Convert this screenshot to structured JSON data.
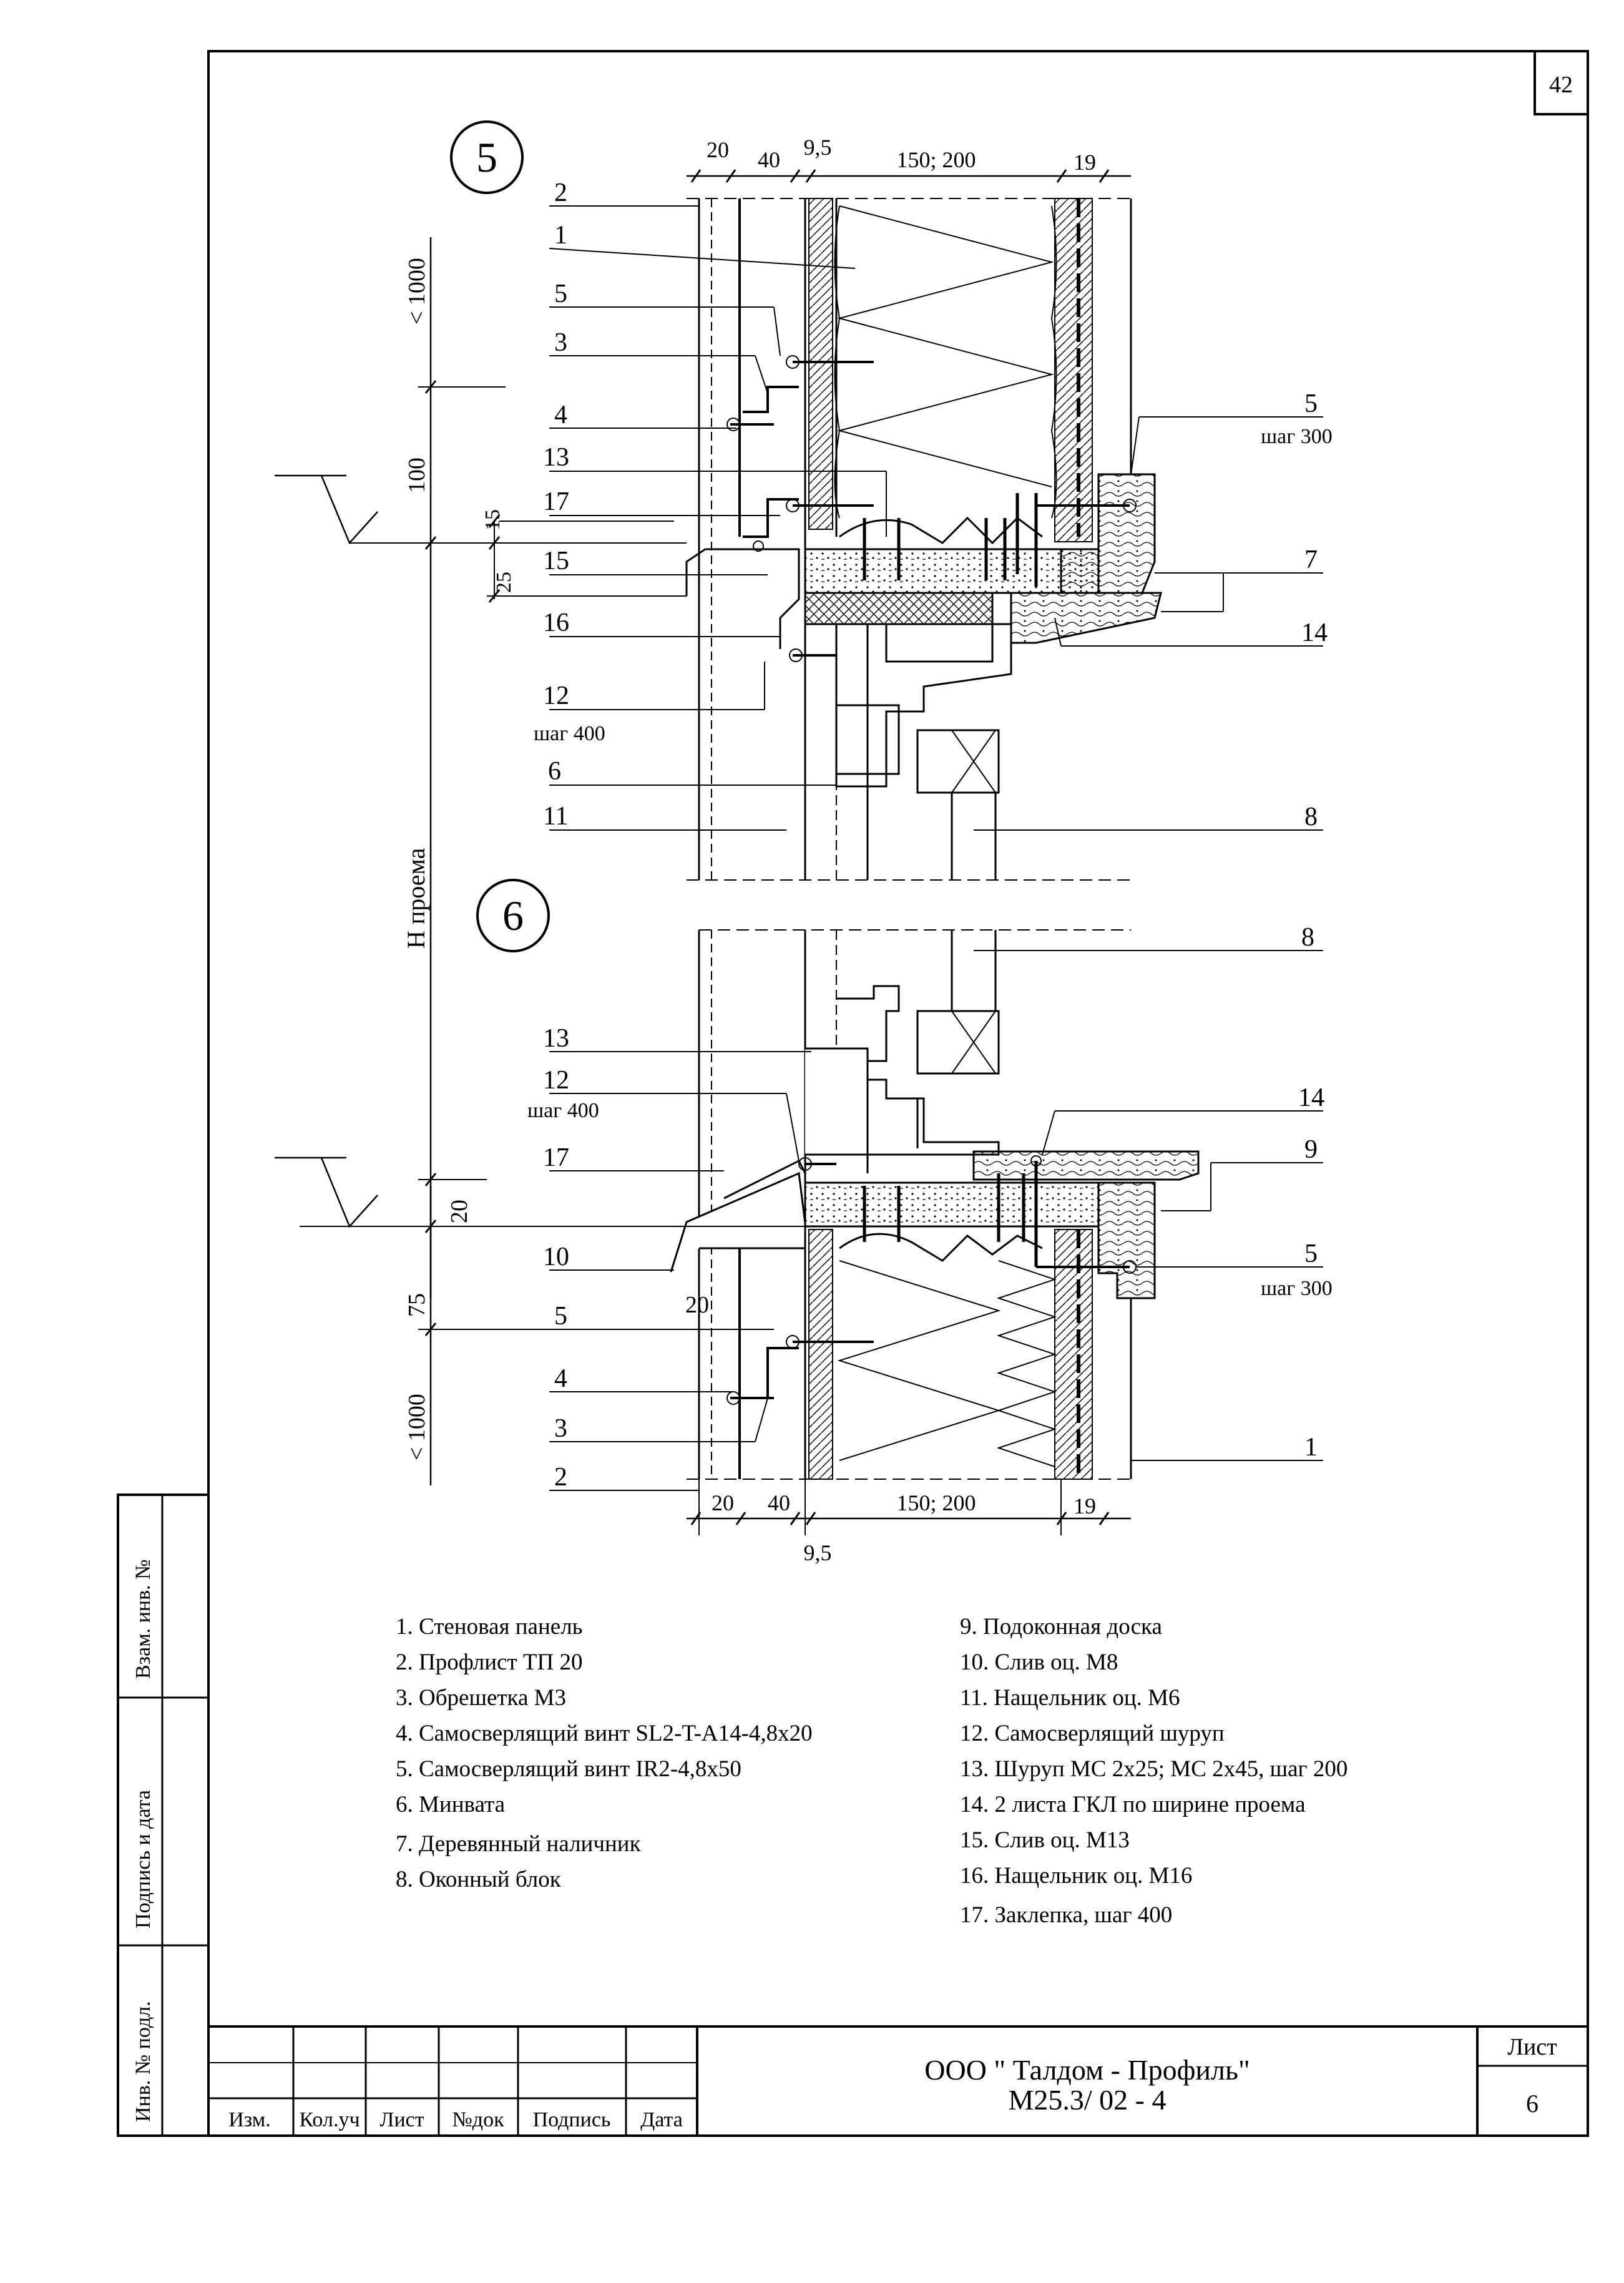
{
  "sheet_number_top": "42",
  "details": {
    "d5": {
      "label": "5",
      "dims_top": [
        "20",
        "40",
        "9,5",
        "150; 200",
        "19"
      ],
      "dims_left": [
        "< 1000",
        "100",
        "15",
        "25"
      ],
      "opening_height": "Н проема",
      "callouts_left": [
        "2",
        "1",
        "5",
        "3",
        "4",
        "13",
        "17",
        "15",
        "16",
        "12",
        "6",
        "11"
      ],
      "callout_12_note": "шаг 400",
      "callouts_right": [
        "5",
        "7",
        "14",
        "8"
      ],
      "callout_5_note": "шаг 300"
    },
    "d6": {
      "label": "6",
      "dims_bottom": [
        "20",
        "40",
        "9,5",
        "150; 200",
        "19"
      ],
      "dims_left": [
        "20",
        "75",
        "< 1000"
      ],
      "callouts_left": [
        "13",
        "12",
        "17",
        "10",
        "5",
        "4",
        "3",
        "2"
      ],
      "callout_12_note": "шаг 400",
      "angle_20": "20",
      "callouts_right": [
        "8",
        "14",
        "9",
        "5",
        "1"
      ],
      "callout_5_note": "шаг 300"
    }
  },
  "legend_left": [
    "1. Стеновая панель",
    "2. Профлист ТП 20",
    "3. Обрешетка М3",
    "4. Самосверлящий винт SL2-T-A14-4,8х20",
    "5. Самосверлящий винт IR2-4,8х50",
    "6. Минвата",
    "7. Деревянный наличник",
    "8. Оконный блок"
  ],
  "legend_right": [
    "9. Подоконная доска",
    "10. Слив оц. М8",
    "11. Нащельник оц. М6",
    "12. Самосверлящий шуруп",
    "13. Шуруп МС 2х25; МС 2х45, шаг 200",
    "14. 2 листа ГКЛ по ширине проема",
    "15. Слив оц. М13",
    "16. Нащельник оц. М16",
    "17. Заклепка, шаг 400"
  ],
  "side_stamp": [
    "Взам. инв. №",
    "Подпись и дата",
    "Инв. № подл."
  ],
  "title_block": {
    "columns": [
      "Изм.",
      "Кол.уч",
      "Лист",
      "№док",
      "Подпись",
      "Дата"
    ],
    "company": "ООО \" Талдом - Профиль\"",
    "doc_code": "М25.3/ 02 - 4",
    "sheet_label": "Лист",
    "sheet_value": "6"
  }
}
